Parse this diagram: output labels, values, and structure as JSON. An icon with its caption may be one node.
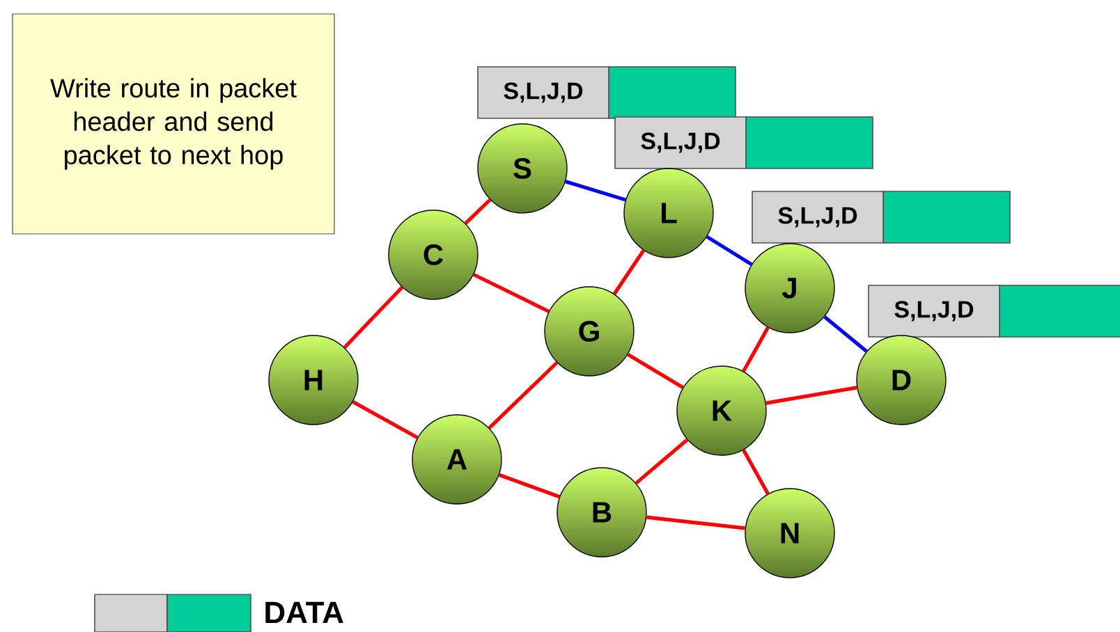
{
  "diagram": {
    "nodes": [
      {
        "text": [
          "Write route in packet header and send packet to next hop"
        ]
      },
      {
        "text": [
          "S,L,J,D"
        ]
      },
      {
        "text": [
          "S"
        ]
      },
      {
        "text": [
          "S,L,J,D"
        ]
      },
      {
        "text": [
          "L"
        ]
      },
      {
        "text": [
          "C"
        ]
      },
      {
        "text": [
          "S,L,J,D"
        ]
      },
      {
        "text": [
          "J"
        ]
      },
      {
        "text": [
          "G"
        ]
      },
      {
        "text": [
          "S,L,J,D"
        ]
      },
      {
        "text": [
          "H"
        ]
      },
      {
        "text": [
          "D"
        ]
      },
      {
        "text": [
          "K"
        ]
      },
      {
        "text": [
          "A"
        ]
      },
      {
        "text": [
          "B"
        ]
      },
      {
        "text": [
          "N"
        ]
      }
    ],
    "edges": [
      {
        "from": 2,
        "to": 4,
        "arrow": "none",
        "color": "#0000ff"
      },
      {
        "from": 4,
        "to": 7,
        "arrow": "none",
        "color": "#0000ff"
      },
      {
        "from": 7,
        "to": 11,
        "arrow": "none",
        "color": "#0000ff"
      },
      {
        "from": 2,
        "to": 5,
        "arrow": "none"
      },
      {
        "from": 5,
        "to": 10,
        "arrow": "none"
      },
      {
        "from": 5,
        "to": 8,
        "arrow": "none"
      },
      {
        "from": 4,
        "to": 8,
        "arrow": "none"
      },
      {
        "from": 8,
        "to": 13,
        "arrow": "none"
      },
      {
        "from": 8,
        "to": 12,
        "arrow": "none"
      },
      {
        "from": 10,
        "to": 13,
        "arrow": "none"
      },
      {
        "from": 13,
        "to": 14,
        "arrow": "none"
      },
      {
        "from": 14,
        "to": 12,
        "arrow": "none"
      },
      {
        "from": 14,
        "to": 15,
        "arrow": "none"
      },
      {
        "from": 12,
        "to": 7,
        "arrow": "none"
      },
      {
        "from": 12,
        "to": 11,
        "arrow": "none"
      },
      {
        "from": 12,
        "to": 15,
        "arrow": "none"
      }
    ],
    "legend": [
      {
        "text": "DATA",
        "color": "#00cc99"
      }
    ]
  }
}
